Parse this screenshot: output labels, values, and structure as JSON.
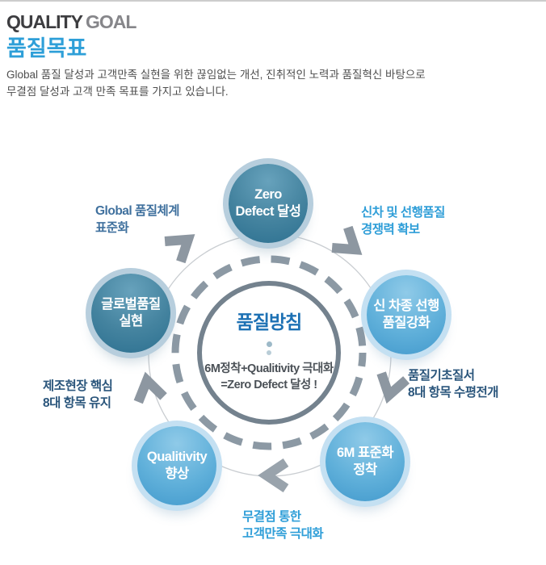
{
  "header": {
    "eyebrow_strong": "QUALITY",
    "eyebrow_light": "GOAL",
    "title": "품질목표",
    "desc1": "Global 품질 달성과 고객만족 실현을 위한 끊임없는 개선, 진취적인 노력과 품질혁신 바탕으로",
    "desc2": "무결점 달성과 고객 만족 목표를 가지고 있습니다."
  },
  "diagram": {
    "center": {
      "title": "품질방침",
      "line1": "6M정착+Qualitivity 극대화",
      "line2": "=Zero Defect 달성 !"
    },
    "nodes": [
      {
        "id": "top",
        "line1": "Zero",
        "line2": "Defect 달성",
        "style": "dark"
      },
      {
        "id": "right",
        "line1": "신 차종 선행",
        "line2": "품질강화",
        "style": "light"
      },
      {
        "id": "bottom-right",
        "line1": "6M 표준화",
        "line2": "정착",
        "style": "light"
      },
      {
        "id": "bottom-left",
        "line1": "Qualitivity",
        "line2": "향상",
        "style": "light"
      },
      {
        "id": "left",
        "line1": "글로벌품질",
        "line2": "실현",
        "style": "dark"
      }
    ],
    "outer_labels": [
      {
        "id": "top-left",
        "line1": "Global 품질체계",
        "line2": "표준화",
        "color": "#40719e"
      },
      {
        "id": "top-right",
        "line1": "신차 및 선행품질",
        "line2": "경쟁력 확보",
        "color": "#2f9ed8"
      },
      {
        "id": "right",
        "line1": "품질기초질서",
        "line2": "8대 항목 수평전개",
        "color": "#2b567c"
      },
      {
        "id": "bottom",
        "line1": "무결점 통한",
        "line2": "고객만족 극대화",
        "color": "#2f9ed8"
      },
      {
        "id": "left",
        "line1": "제조현장 핵심",
        "line2": "8대 항목 유지",
        "color": "#2b567c"
      }
    ],
    "colors": {
      "accent_title_blue": "#2e9fd8",
      "center_title_blue": "#1d71b4",
      "node_dark_teal": "#2c7090",
      "node_light_blue": "#60b0da",
      "node_dark_ring": "#b7cedd",
      "node_light_ring": "#c4e0f2",
      "dashed_ring_gray": "#8c99a4",
      "solid_ring_gray": "#74828e",
      "arrow_gray": "#8d97a1",
      "orbit_line_gray": "#c9cdd1"
    }
  }
}
